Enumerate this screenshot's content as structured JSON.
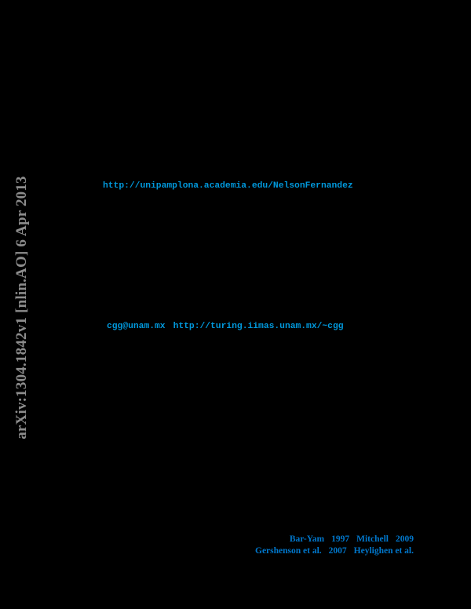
{
  "arxiv_stamp": "arXiv:1304.1842v1  [nlin.AO]  6 Apr 2013",
  "links": {
    "author_page": "http://unipamplona.academia.edu/NelsonFernandez",
    "email": "cgg@unam.mx",
    "homepage": "http://turing.iimas.unam.mx/~cgg"
  },
  "references": {
    "line1": [
      {
        "label": "Bar-Yam"
      },
      {
        "label": "1997"
      },
      {
        "label": "Mitchell"
      },
      {
        "label": "2009"
      }
    ],
    "line2": [
      {
        "label": "Gershenson et al."
      },
      {
        "label": "2007"
      },
      {
        "label": "Heylighen et al."
      }
    ]
  },
  "colors": {
    "background": "#000000",
    "stamp": "#8c8c8c",
    "url_link": "#0099dd",
    "citation_link": "#0077cc"
  }
}
